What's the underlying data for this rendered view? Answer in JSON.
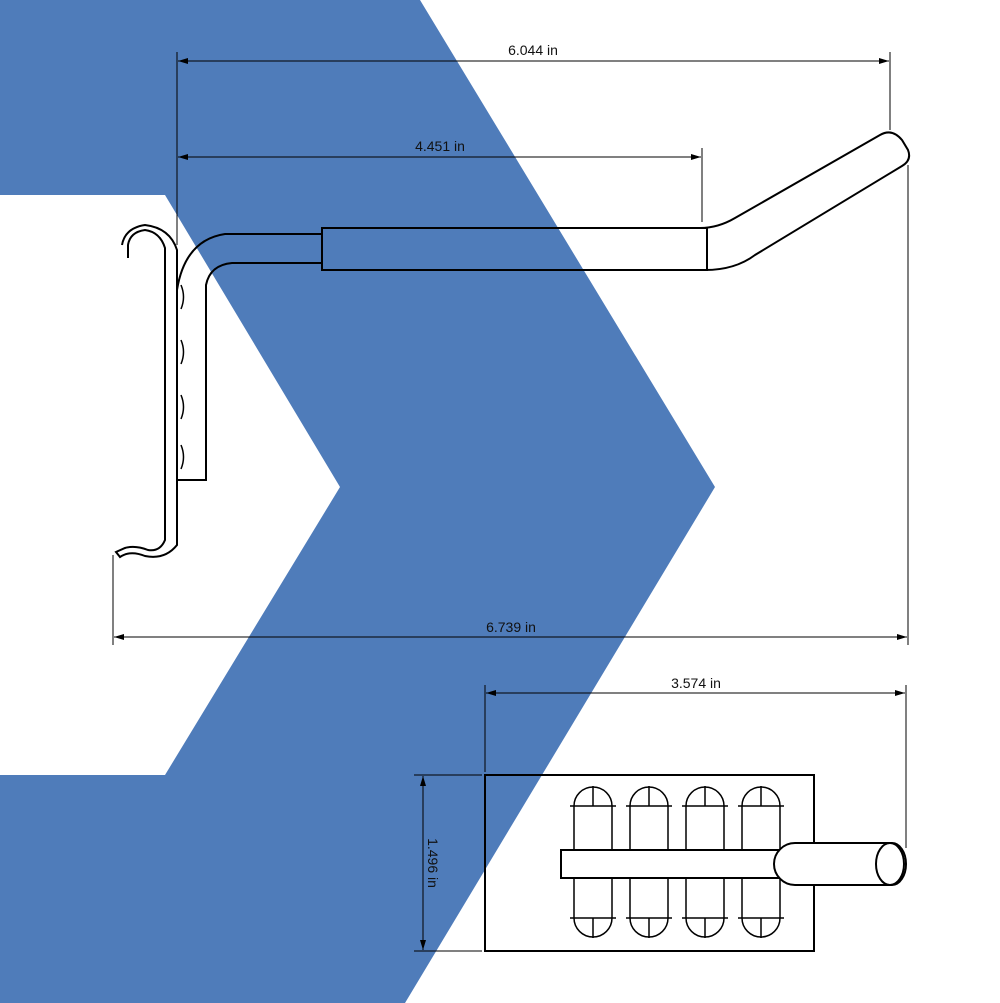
{
  "colors": {
    "background_shape": "#4f7cba",
    "line": "#000000"
  },
  "dimensions": {
    "overall_arm_length": "6.044 in",
    "straight_length": "4.451 in",
    "total_depth": "6.739 in",
    "top_view_length": "3.574 in",
    "top_view_height": "1.496 in"
  }
}
